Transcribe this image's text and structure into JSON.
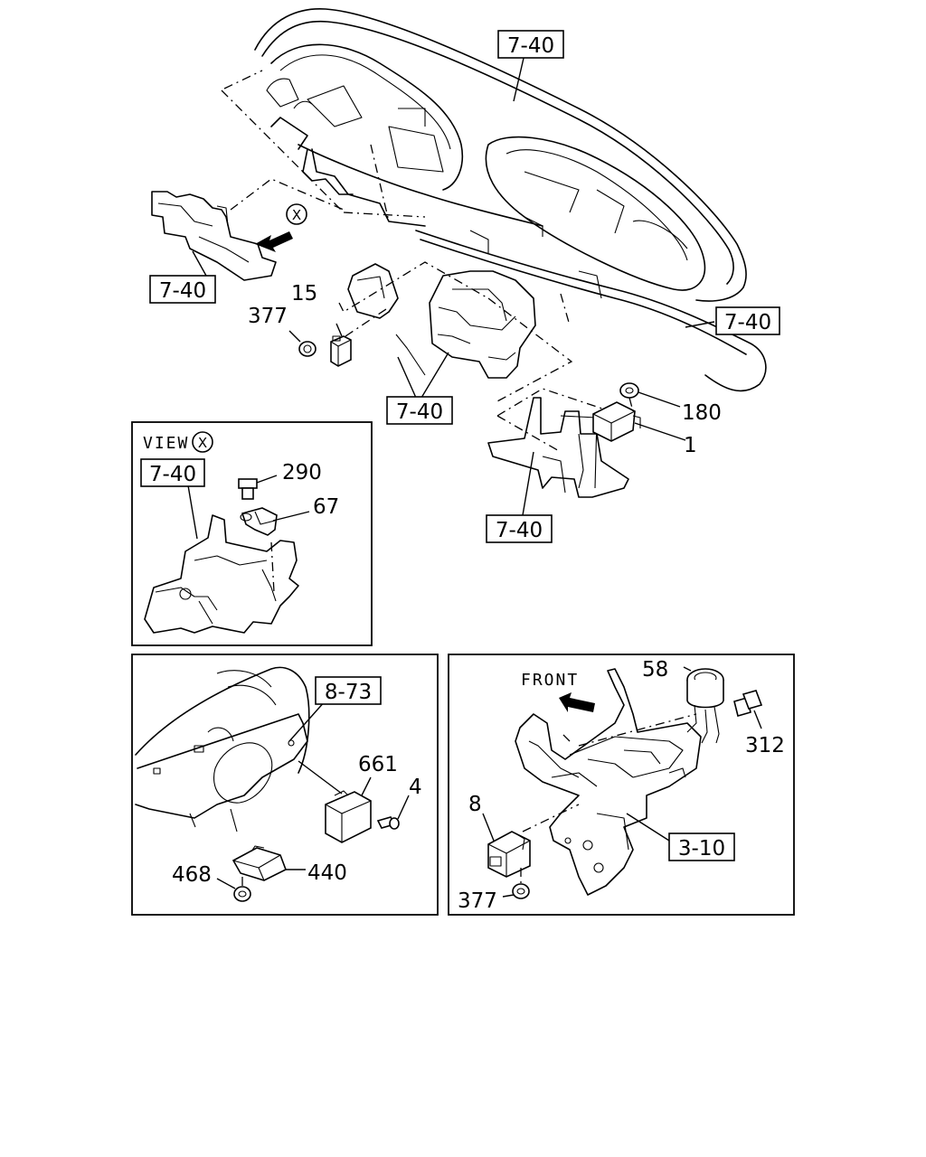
{
  "diagram": {
    "view_label": "VIEW",
    "view_symbol": "X",
    "front_label": "FRONT",
    "ref_boxes": [
      {
        "id": "ref-dash-top",
        "text": "7-40"
      },
      {
        "id": "ref-left-bracket",
        "text": "7-40"
      },
      {
        "id": "ref-lower-rail",
        "text": "7-40"
      },
      {
        "id": "ref-center-frame",
        "text": "7-40"
      },
      {
        "id": "ref-lower-bracket",
        "text": "7-40"
      },
      {
        "id": "ref-view-x",
        "text": "7-40"
      },
      {
        "id": "ref-steering",
        "text": "8-73"
      },
      {
        "id": "ref-front-frame",
        "text": "3-10"
      }
    ],
    "part_labels": [
      {
        "id": "part-15",
        "text": "15"
      },
      {
        "id": "part-377-top",
        "text": "377"
      },
      {
        "id": "part-180",
        "text": "180"
      },
      {
        "id": "part-1",
        "text": "1"
      },
      {
        "id": "part-290",
        "text": "290"
      },
      {
        "id": "part-67",
        "text": "67"
      },
      {
        "id": "part-661",
        "text": "661"
      },
      {
        "id": "part-4",
        "text": "4"
      },
      {
        "id": "part-468",
        "text": "468"
      },
      {
        "id": "part-440",
        "text": "440"
      },
      {
        "id": "part-58",
        "text": "58"
      },
      {
        "id": "part-312",
        "text": "312"
      },
      {
        "id": "part-8",
        "text": "8"
      },
      {
        "id": "part-377-bottom",
        "text": "377"
      }
    ]
  }
}
